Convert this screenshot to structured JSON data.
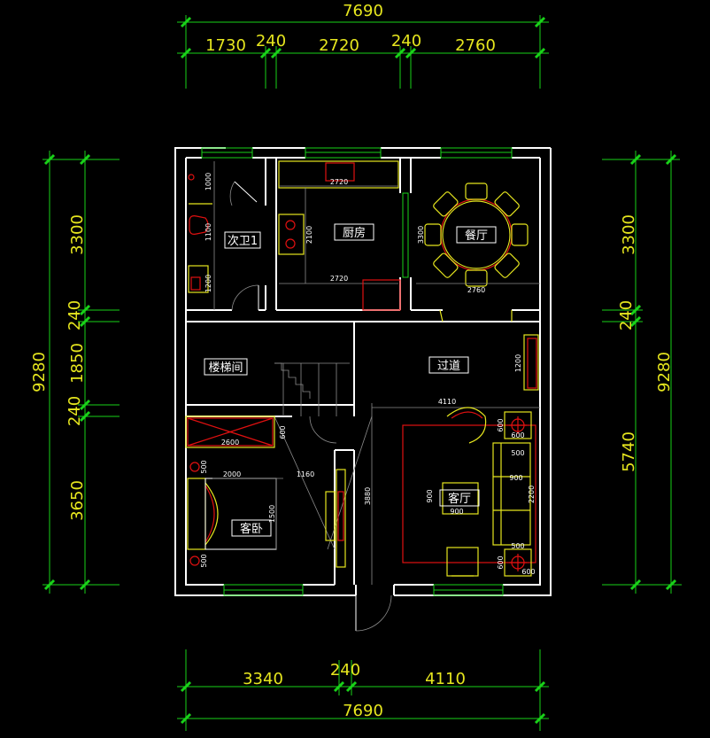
{
  "dims": {
    "top_total": "7690",
    "top_segments": [
      "1730",
      "240",
      "2720",
      "240",
      "2760"
    ],
    "bottom_segments": [
      "3340",
      "240",
      "4110"
    ],
    "bottom_total": "7690",
    "left_total": "9280",
    "left_segments": [
      "3300",
      "240",
      "1850",
      "240",
      "3650"
    ],
    "right_total": "9280",
    "right_segments": [
      "3300",
      "240",
      "5740"
    ]
  },
  "rooms": {
    "bathroom": "次卫1",
    "kitchen": "厨房",
    "dining": "餐厅",
    "stair": "楼梯间",
    "corridor": "过道",
    "guest_bedroom": "客卧",
    "living": "客厅"
  },
  "inner_dims": {
    "bath_1000": "1000",
    "bath_1100": "1100",
    "bath_1200": "1200",
    "kitchen_top": "2720",
    "kitchen_side": "2100",
    "kitchen_bottom": "2720",
    "pass_3300": "3300",
    "dining_width": "2760",
    "corr_1200": "1200",
    "living_top": "4110",
    "wardrobe_len": "2600",
    "wardrobe_depth": "600",
    "bed_500_a": "500",
    "bed_2000": "2000",
    "bed_1160": "1160",
    "bed_1500": "1500",
    "bed_500_b": "500",
    "living_3880": "3880",
    "table_900_a": "900",
    "table_900_b": "900",
    "sofa_900": "900",
    "sofa_2200": "2200",
    "side_600_a": "600",
    "side_600_b": "600",
    "side_500_a": "500",
    "side_500_b": "500",
    "side_600_c": "600",
    "side_600_d": "600"
  }
}
